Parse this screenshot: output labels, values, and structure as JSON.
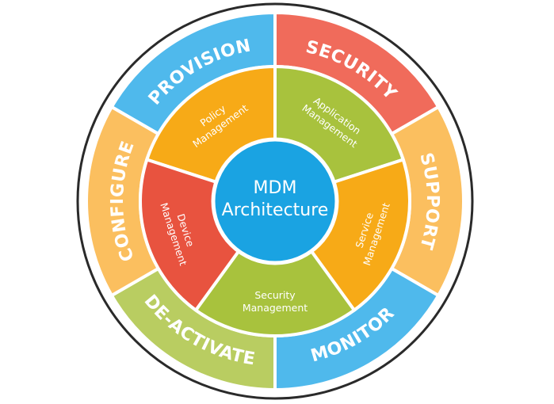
{
  "center": {
    "line1": "MDM",
    "line2": "Architecture",
    "color": "#1aa3e2"
  },
  "outer_ring": [
    {
      "label": "PROVISION",
      "color": "#4fb9ec"
    },
    {
      "label": "SECURITY",
      "color": "#f06b5b"
    },
    {
      "label": "SUPPORT",
      "color": "#fbbf5f"
    },
    {
      "label": "MONITOR",
      "color": "#4fb9ec"
    },
    {
      "label": "DE-ACTIVATE",
      "color": "#b9cd61"
    },
    {
      "label": "CONFIGURE",
      "color": "#fbbf5f"
    }
  ],
  "inner_ring": [
    {
      "line1": "Policy",
      "line2": "Management",
      "color": "#f7aa17"
    },
    {
      "line1": "Application",
      "line2": "Management",
      "color": "#a8c23d"
    },
    {
      "line1": "Service",
      "line2": "Management",
      "color": "#f7aa17"
    },
    {
      "line1": "Security",
      "line2": "Management",
      "color": "#a8c23d"
    },
    {
      "line1": "Device",
      "line2": "Management",
      "color": "#e8533f"
    }
  ]
}
